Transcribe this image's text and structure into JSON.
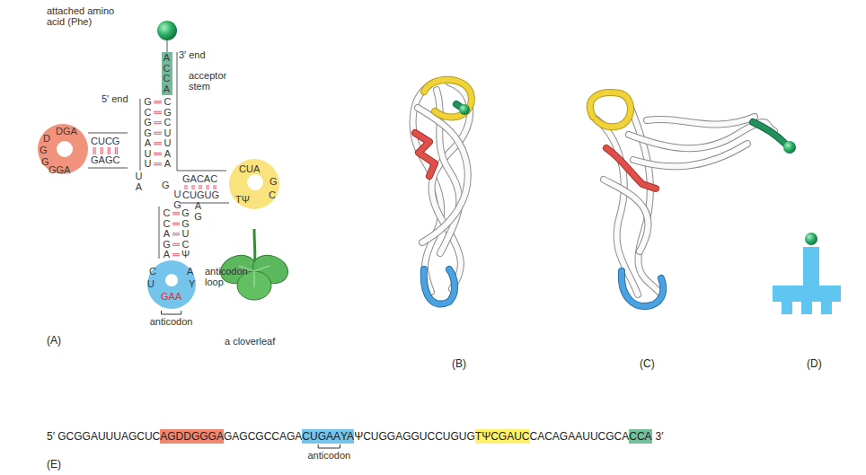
{
  "diagram": {
    "nodes": [
      {
        "text": [
          "DGA",
          "D",
          "G",
          "G",
          "GGA"
        ]
      },
      {
        "text": [
          "CUA",
          "G",
          "C",
          "TΨ"
        ]
      },
      {
        "text": [
          "C",
          "U",
          "GAA",
          "Y",
          "A"
        ]
      },
      {
        "text": [
          "ACCA"
        ]
      },
      {
        "text": [
          "AGDDGGGA"
        ]
      },
      {
        "text": [
          "CU",
          "GAA",
          "YA"
        ]
      },
      {
        "text": [
          "TΨCGAUC"
        ]
      },
      {
        "text": [
          "CCA"
        ]
      }
    ],
    "labels": [
      "attached amino acid (Phe)",
      "3′ end",
      "5′ end",
      "acceptor stem",
      "CGCUUAA",
      "GCGGAUU",
      "UA",
      "CUCG",
      "GAGC",
      "GACAC",
      "CUGUG",
      "G",
      "UG",
      "AG",
      "CCAGA",
      "GGUCΨ",
      "anticodon loop",
      "anticodon",
      "a cloverleaf",
      "(A)",
      "(B)",
      "(C)",
      "(D)",
      "5′ GCGGAUUUAGCUC",
      "GAGCGCCAGA",
      "ΨCUGGAGGUCCUGUG",
      "CACAGAAUUCGCA",
      "3′",
      "anticodon",
      "(E)"
    ]
  }
}
